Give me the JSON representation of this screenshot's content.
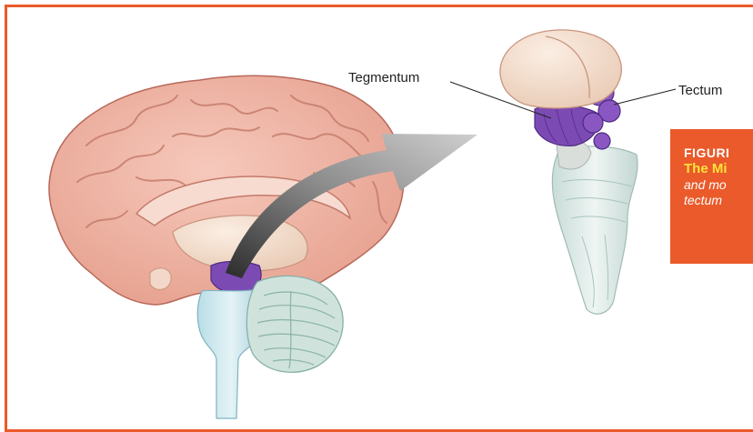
{
  "labels": {
    "tegmentum": "Tegmentum",
    "tectum": "Tectum"
  },
  "caption": {
    "figure": "FIGURI",
    "title": "The Mi",
    "line1": "and mo",
    "line2": "tectum"
  },
  "colors": {
    "frame": "#ea5a2a",
    "caption_bg": "#ea5a2a",
    "caption_title": "#ffe33a",
    "cortex": "#f0b3a4",
    "midbrain": "#7b4bb3",
    "cerebellum": "#cfe3dc",
    "thalamus": "#f1dccb",
    "arrow": "#777777"
  }
}
